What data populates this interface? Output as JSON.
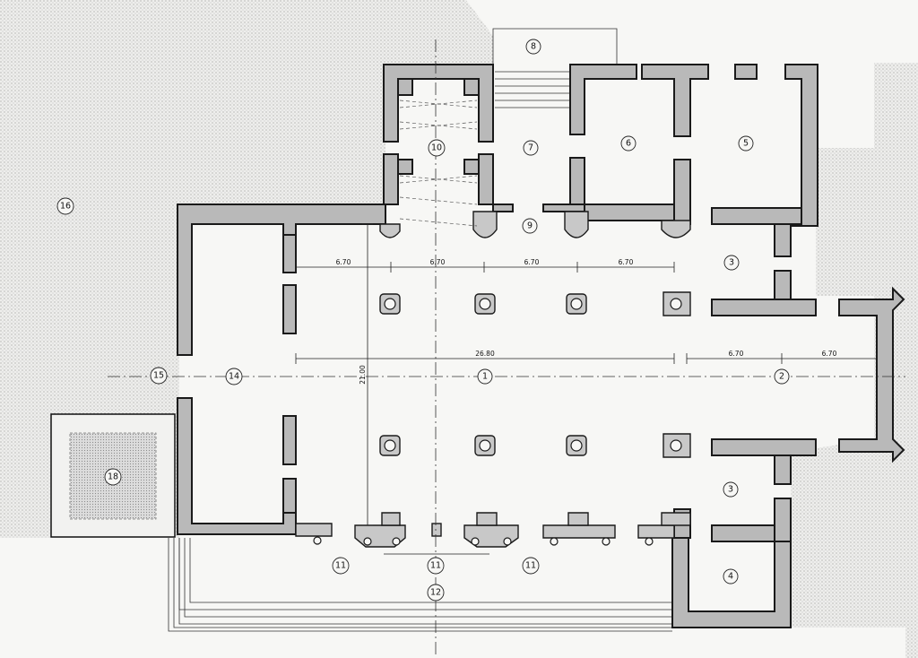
{
  "labels": {
    "l1": "1",
    "l2": "2",
    "l3a": "3",
    "l3b": "3",
    "l4": "4",
    "l5": "5",
    "l6": "6",
    "l7": "7",
    "l8": "8",
    "l9": "9",
    "l10": "10",
    "l11a": "11",
    "l11b": "11",
    "l11c": "11",
    "l12": "12",
    "l14": "14",
    "l15": "15",
    "l16": "16",
    "l18": "18"
  },
  "dimensions": {
    "bay1": "6.70",
    "bay2": "6.70",
    "bay3": "6.70",
    "bay4": "6.70",
    "nave_length": "26.80",
    "apse1": "6.70",
    "apse2": "6.70",
    "width": "21.00"
  }
}
